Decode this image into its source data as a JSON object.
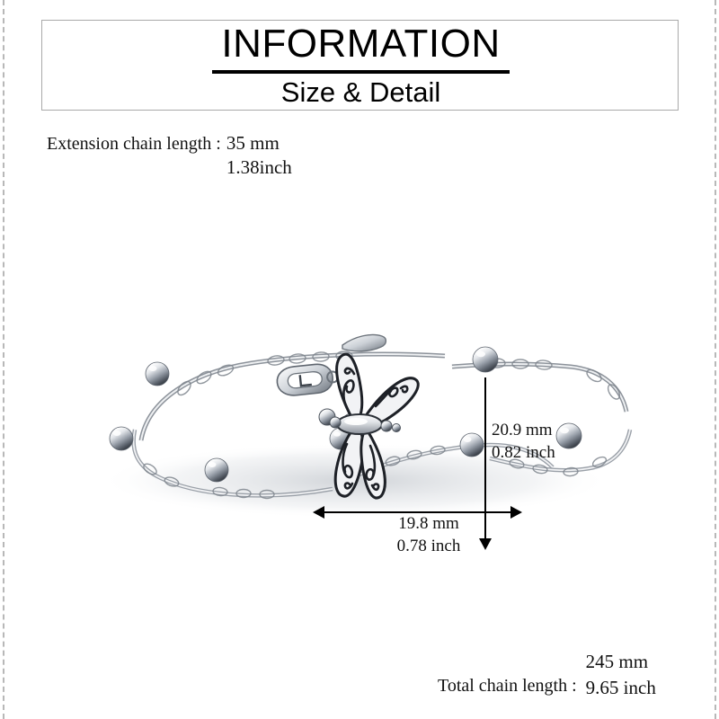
{
  "header": {
    "title": "INFORMATION",
    "subtitle": "Size & Detail"
  },
  "specs": {
    "extension": {
      "label": "Extension chain length :",
      "value_mm": "35 mm",
      "value_inch": "1.38inch"
    },
    "total": {
      "label": "Total chain length :",
      "value_mm": "245 mm",
      "value_inch": "9.65 inch"
    }
  },
  "dimensions": {
    "width": {
      "value_mm": "19.8 mm",
      "value_inch": "0.78 inch"
    },
    "height": {
      "value_mm": "20.9 mm",
      "value_inch": "0.82 inch"
    }
  },
  "product": {
    "alt": "Silver dragonfly charm beaded chain bracelet with lobster clasp and extension chain"
  },
  "colors": {
    "text": "#111111",
    "rule": "#000000",
    "box_border": "#a9a9a9",
    "page_border": "#b8b8b8",
    "metal_light": "#f4f5f7",
    "metal_mid": "#b9bec6",
    "metal_dark": "#5d646e",
    "metal_shadow": "#2b2f36"
  }
}
